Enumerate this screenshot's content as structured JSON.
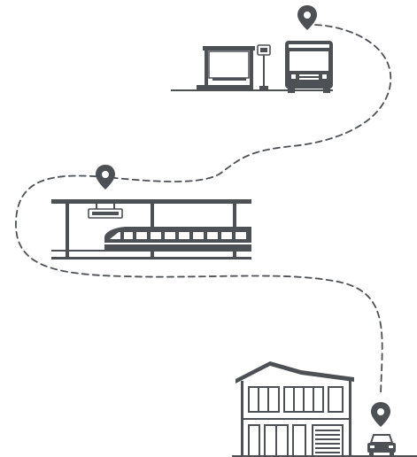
{
  "theme": {
    "ink_color": "#4d5156",
    "background_color": "#ffffff"
  },
  "stops": [
    {
      "id": "bus",
      "icon": "bus-stop-scene"
    },
    {
      "id": "train",
      "icon": "train-station-scene"
    },
    {
      "id": "home",
      "icon": "house-with-car-scene"
    }
  ],
  "route": {
    "style": "dashed"
  }
}
